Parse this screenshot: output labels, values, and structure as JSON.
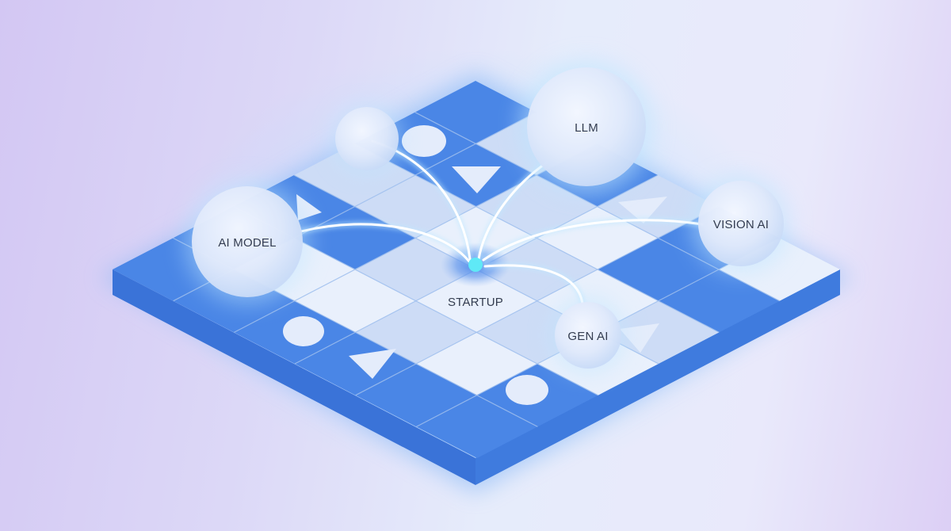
{
  "colors": {
    "board_dark": "#4a86e6",
    "board_light": "#e9f0fc",
    "board_pale": "#cddcf6",
    "board_side": "#3f78dc",
    "grid_line": "#9fbfee",
    "sphere_fill": "#e3ecfb",
    "node_dot": "#5fe9f6",
    "label_text": "#333c4f",
    "connector": "#ffffff"
  },
  "center_node": {
    "label": "STARTUP"
  },
  "nodes": [
    {
      "id": "ai-model",
      "label": "AI MODEL"
    },
    {
      "id": "llm",
      "label": "LLM"
    },
    {
      "id": "vision-ai",
      "label": "VISION AI"
    },
    {
      "id": "gen-ai",
      "label": "GEN AI"
    },
    {
      "id": "unlabeled",
      "label": ""
    }
  ],
  "board": {
    "rows": 6,
    "cols": 6
  }
}
